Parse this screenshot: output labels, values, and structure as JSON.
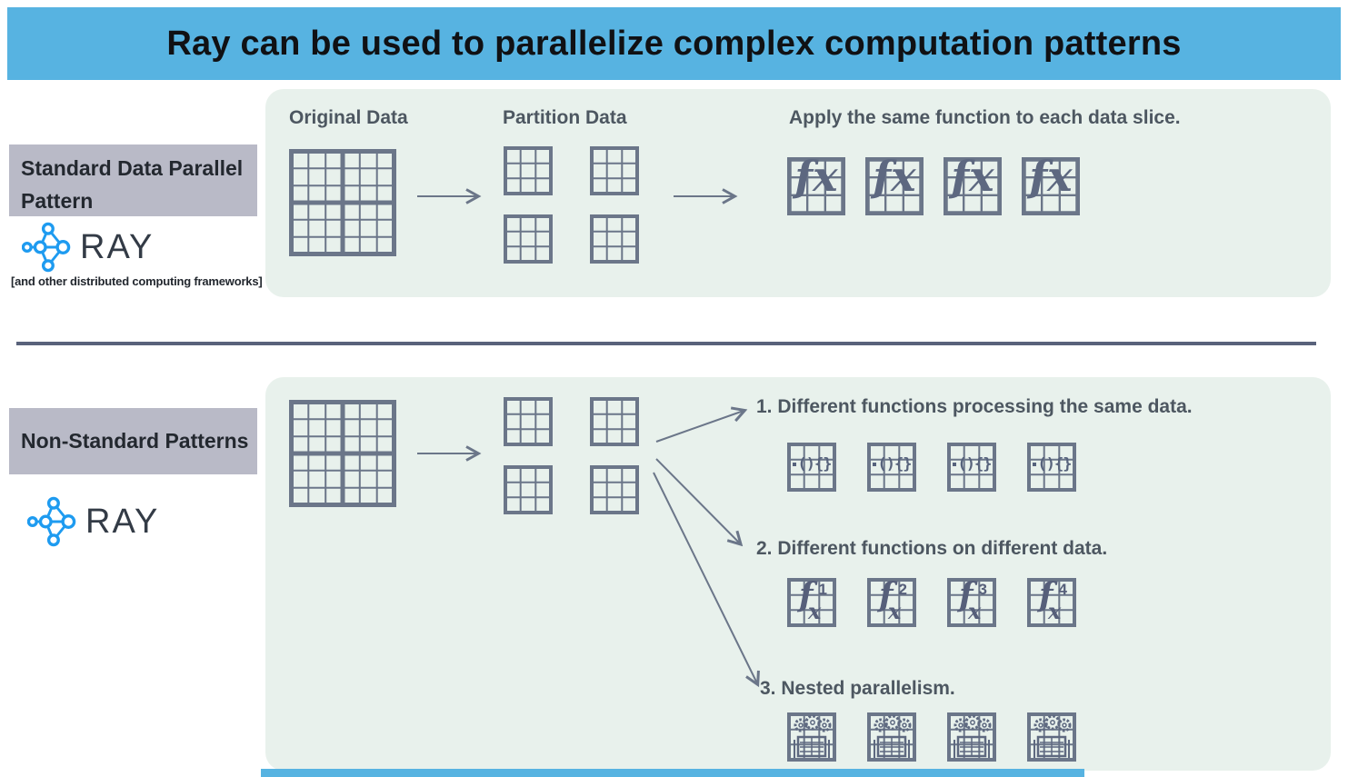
{
  "title": "Ray can be used to parallelize complex computation patterns",
  "standard": {
    "label": "Standard Data Parallel Pattern",
    "logo": {
      "text": "RAY",
      "caption": "[and other distributed computing frameworks]"
    },
    "original_label": "Original Data",
    "partition_label": "Partition Data",
    "apply_label": "Apply the same function to each data slice.",
    "fx_glyph": "fx"
  },
  "nonstandard": {
    "label": "Non-Standard Patterns",
    "logo": {
      "text": "RAY"
    },
    "items": [
      {
        "label": "1. Different functions processing the same data."
      },
      {
        "label": "2. Different functions on different data."
      },
      {
        "label": "3. Nested parallelism."
      }
    ],
    "code_glyph": "(){}",
    "fn_f": "f",
    "fn_x": "x",
    "fn_sups": [
      "1",
      "2",
      "3",
      "4"
    ]
  },
  "colors": {
    "banner_blue": "#57b3e1",
    "panel_green": "#e8f1ec",
    "label_gray": "#b9bac7",
    "grid_slate": "#6b7689",
    "heading_slate": "#4d5761",
    "divider_slate": "#59627b",
    "ray_blue": "#1e9bf0",
    "title_black": "#101114"
  }
}
